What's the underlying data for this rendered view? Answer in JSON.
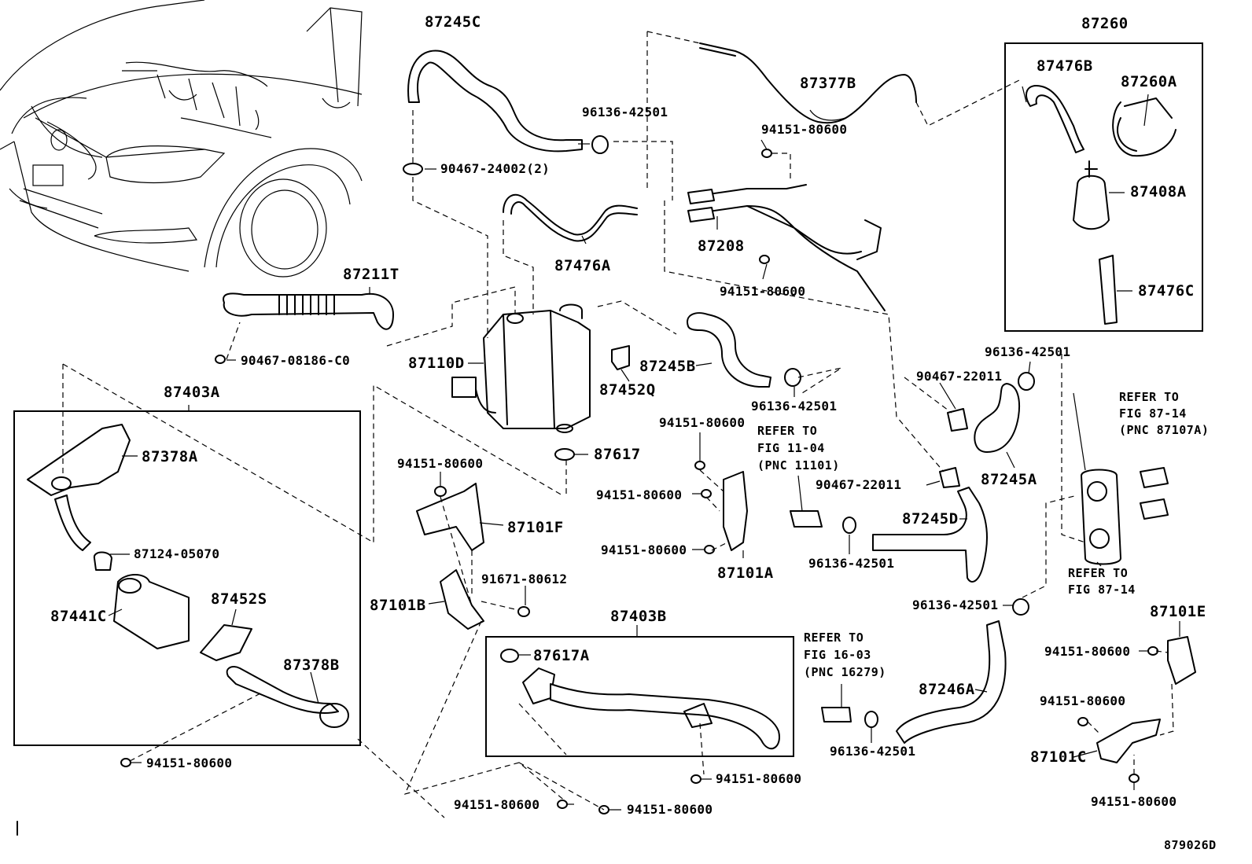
{
  "diagram_id": "879026D",
  "labels": {
    "p87245C": "87245C",
    "p96136_42501_a": "96136-42501",
    "p90467_24002": "90467-24002(2)",
    "p87377B": "87377B",
    "p94151_80600_a": "94151-80600",
    "p87260": "87260",
    "p87476B": "87476B",
    "p87260A": "87260A",
    "p87408A": "87408A",
    "p87476C": "87476C",
    "p87476A": "87476A",
    "p87208": "87208",
    "p94151_80600_b": "94151-80600",
    "p87211T": "87211T",
    "p90467_08186": "90467-08186-C0",
    "p87110D": "87110D",
    "p87245B": "87245B",
    "p87452Q": "87452Q",
    "p96136_42501_b": "96136-42501",
    "p87617": "87617",
    "p87403A": "87403A",
    "p87378A": "87378A",
    "p87124_05070": "87124-05070",
    "p87441C": "87441C",
    "p87452S": "87452S",
    "p87378B": "87378B",
    "p94151_80600_c": "94151-80600",
    "p94151_80600_d": "94151-80600",
    "p87101F": "87101F",
    "p87101B": "87101B",
    "p91671_80612": "91671-80612",
    "p87403B": "87403B",
    "p87617A": "87617A",
    "p94151_80600_e": "94151-80600",
    "p94151_80600_f": "94151-80600",
    "p94151_80600_g": "94151-80600",
    "p94151_80600_h": "94151-80600",
    "p94151_80600_i": "94151-80600",
    "p94151_80600_j": "94151-80600",
    "p87101A": "87101A",
    "p96136_42501_c": "96136-42501",
    "p90467_22011_a": "90467-22011",
    "p90467_22011_b": "90467-22011",
    "p96136_42501_d": "96136-42501",
    "p87245A": "87245A",
    "p87245D": "87245D",
    "p96136_42501_e": "96136-42501",
    "p87246A": "87246A",
    "p96136_42501_f": "96136-42501",
    "p87101E": "87101E",
    "p94151_80600_k": "94151-80600",
    "p94151_80600_l": "94151-80600",
    "p87101C": "87101C",
    "p94151_80600_m": "94151-80600"
  },
  "refs": {
    "fig11": [
      "REFER TO",
      "FIG 11-04",
      "(PNC 11101)"
    ],
    "fig87a": [
      "REFER TO",
      "FIG 87-14",
      "(PNC 87107A)"
    ],
    "fig87b": [
      "REFER TO",
      "FIG 87-14"
    ],
    "fig16": [
      "REFER TO",
      "FIG 16-03",
      "(PNC 16279)"
    ]
  },
  "colors": {
    "ink": "#000000",
    "paper": "#ffffff"
  }
}
